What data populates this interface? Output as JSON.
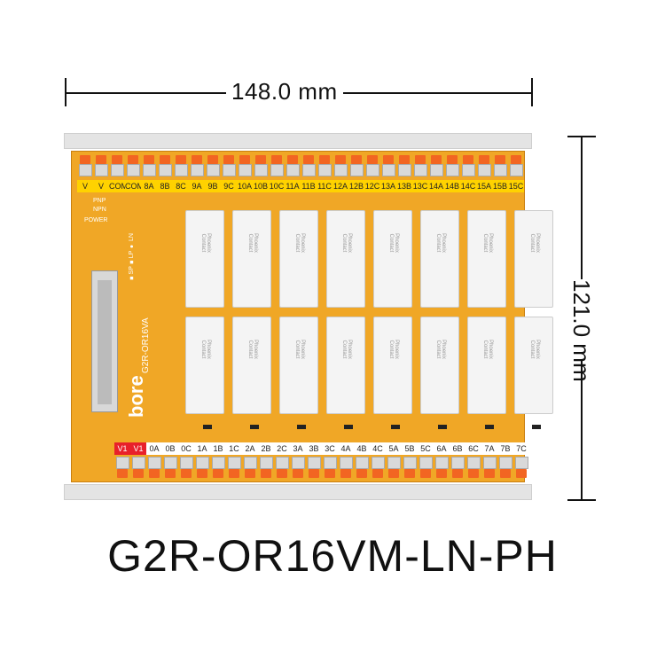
{
  "dimensions": {
    "width_label": "148.0 mm",
    "height_label": "121.0 mm"
  },
  "product_name": "G2R-OR16VM-LN-PH",
  "board": {
    "brand": "bore",
    "model": "G2R-OR16VA",
    "option_marks": "■SP ■LP ● LN",
    "switch_labels": [
      "PNP",
      "NPN"
    ],
    "power_label": "POWER",
    "top_terminal_labels": [
      "V",
      "V",
      "COM",
      "COM",
      "8A",
      "8B",
      "8C",
      "9A",
      "9B",
      "9C",
      "10A",
      "10B",
      "10C",
      "11A",
      "11B",
      "11C",
      "12A",
      "12B",
      "12C",
      "13A",
      "13B",
      "13C",
      "14A",
      "14B",
      "14C",
      "15A",
      "15B",
      "15C"
    ],
    "bottom_terminal_labels": [
      "V1",
      "V1",
      "0A",
      "0B",
      "0C",
      "1A",
      "1B",
      "1C",
      "2A",
      "2B",
      "2C",
      "3A",
      "3B",
      "3C",
      "4A",
      "4B",
      "4C",
      "5A",
      "5B",
      "5C",
      "6A",
      "6B",
      "6C",
      "7A",
      "7B",
      "7C"
    ],
    "relay_marking": "Phoenix Contact"
  },
  "colors": {
    "pcb": "#f0a726",
    "terminal_lever": "#f26522",
    "label_yellow": "#ffd200",
    "label_red": "#e8202a"
  }
}
